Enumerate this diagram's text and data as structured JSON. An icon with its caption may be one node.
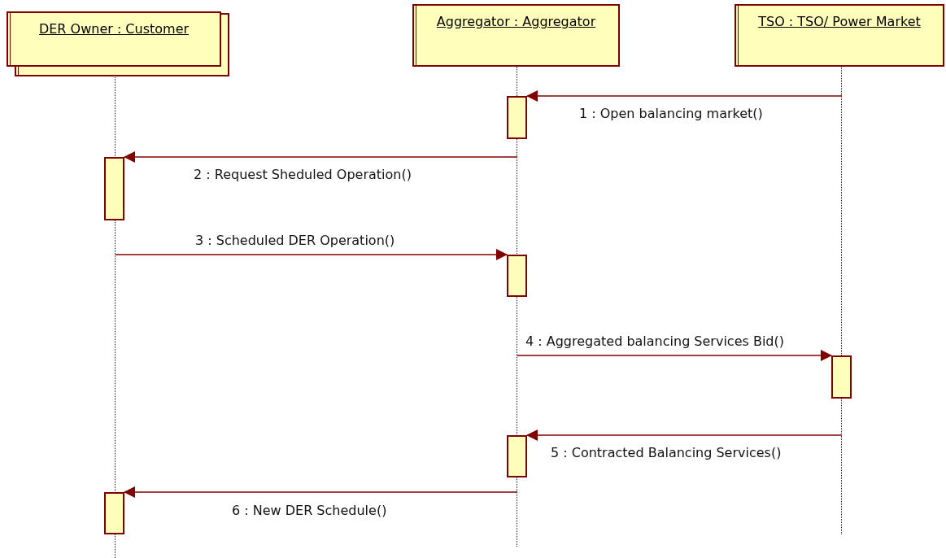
{
  "diagram": {
    "nodes": [
      {
        "text": [
          "DER Owner : Customer"
        ]
      },
      {
        "text": [
          "Aggregator : Aggregator"
        ]
      },
      {
        "text": [
          "TSO : TSO/ Power Market"
        ]
      },
      {
        "text": [],
        "shape": "line"
      },
      {
        "text": [],
        "shape": "line"
      },
      {
        "text": [],
        "shape": "line"
      },
      {
        "text": [],
        "shape": "bar"
      },
      {
        "text": [],
        "shape": "bar"
      },
      {
        "text": [],
        "shape": "bar"
      },
      {
        "text": [],
        "shape": "bar"
      },
      {
        "text": [],
        "shape": "bar"
      },
      {
        "text": [],
        "shape": "bar"
      }
    ],
    "edges": [
      {
        "from": 5,
        "to": 6,
        "arrow": "to",
        "label": "1 : Open balancing market()"
      },
      {
        "from": 4,
        "to": 7,
        "arrow": "to",
        "label": "2 : Request Sheduled Operation()"
      },
      {
        "from": 3,
        "to": 8,
        "arrow": "to",
        "label": "3 : Scheduled DER Operation()"
      },
      {
        "from": 4,
        "to": 9,
        "arrow": "to",
        "label": "4 : Aggregated balancing Services Bid()"
      },
      {
        "from": 5,
        "to": 10,
        "arrow": "to",
        "label": "5 : Contracted Balancing Services()"
      },
      {
        "from": 4,
        "to": 11,
        "arrow": "to",
        "label": "6 : New DER Schedule()"
      }
    ]
  }
}
